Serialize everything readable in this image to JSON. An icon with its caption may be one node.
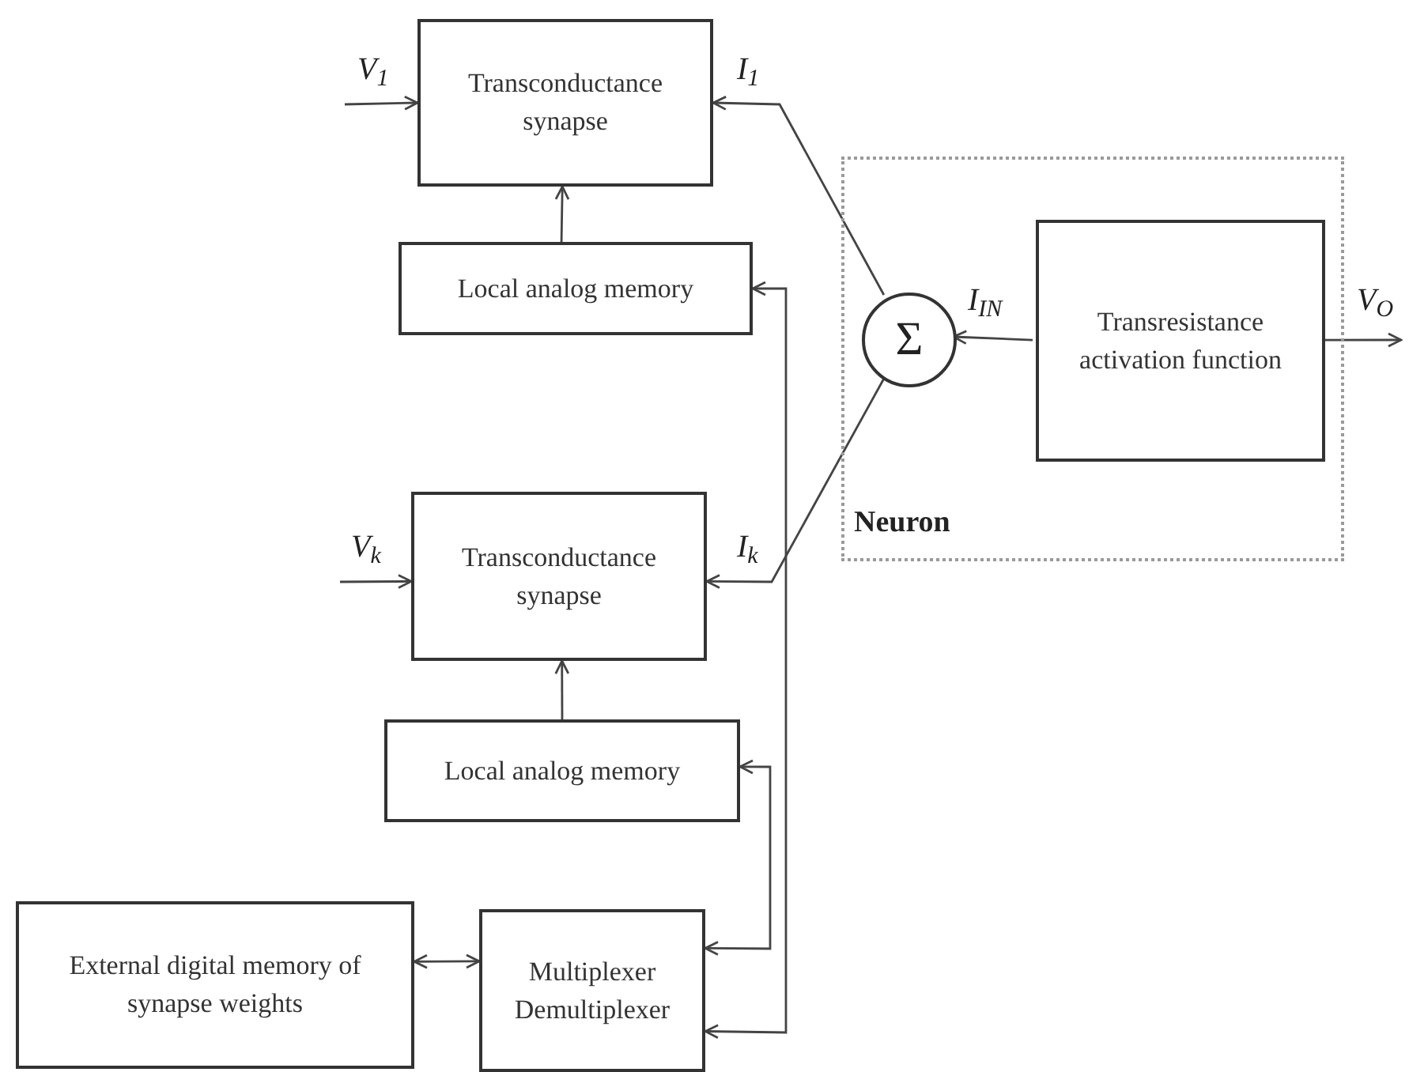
{
  "diagram": {
    "nodes": [
      {
        "text": [
          "Transconductance synapse"
        ]
      },
      {
        "text": [
          "Local analog memory"
        ]
      },
      {
        "text": [
          "Neuron"
        ]
      },
      {
        "text": [
          "Σ"
        ],
        "in": 2
      },
      {
        "text": [
          "Transresistance activation function"
        ],
        "in": 2
      },
      {
        "text": [
          "Transconductance synapse"
        ]
      },
      {
        "text": [
          "Local analog memory"
        ]
      },
      {
        "text": [
          "External digital memory of synapse weights"
        ]
      },
      {
        "text": [
          "Multiplexer Demultiplexer"
        ]
      }
    ],
    "edges": [
      {
        "from": null,
        "to": 0,
        "arrow": "to",
        "label": "V$_{1}$"
      },
      {
        "from": 3,
        "to": 0,
        "arrow": "to",
        "label": "I$_{1}$"
      },
      {
        "from": 1,
        "to": 0,
        "arrow": "to"
      },
      {
        "from": 1,
        "to": 8,
        "arrow": "both"
      },
      {
        "from": 4,
        "to": 3,
        "arrow": "to",
        "label": "I$_{IN}$"
      },
      {
        "from": 4,
        "to": null,
        "arrow": "to",
        "label": "V$_{O}$"
      },
      {
        "from": null,
        "to": 5,
        "arrow": "to",
        "label": "V$_{k}$"
      },
      {
        "from": 3,
        "to": 5,
        "arrow": "to",
        "label": "I$_{k}$"
      },
      {
        "from": 6,
        "to": 5,
        "arrow": "to"
      },
      {
        "from": 6,
        "to": 8,
        "arrow": "both"
      },
      {
        "from": 7,
        "to": 8,
        "arrow": "both"
      }
    ]
  }
}
